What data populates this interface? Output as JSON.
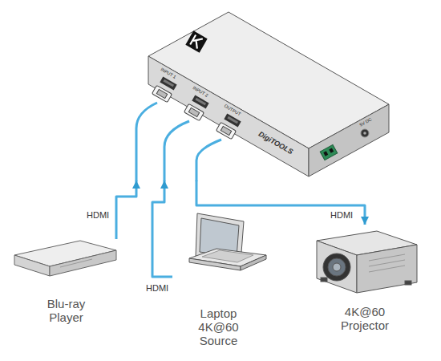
{
  "diagram": {
    "nodes": [
      {
        "text": [
          "DigiTOOLS"
        ]
      },
      {
        "text": [
          "Blu-ray Player"
        ]
      },
      {
        "text": [
          "Laptop 4K@60 Source"
        ]
      },
      {
        "text": [
          "4K@60 Projector"
        ]
      }
    ],
    "edges": [
      {
        "from": 1,
        "to": 0,
        "label": "HDMI",
        "arrow": "to"
      },
      {
        "from": 2,
        "to": 0,
        "label": "HDMI",
        "arrow": "to"
      },
      {
        "from": 0,
        "to": 3,
        "label": "HDMI",
        "arrow": "to"
      }
    ],
    "labels": [
      "INPUT 1",
      "INPUT 2",
      "OUTPUT",
      "5V DC"
    ]
  }
}
